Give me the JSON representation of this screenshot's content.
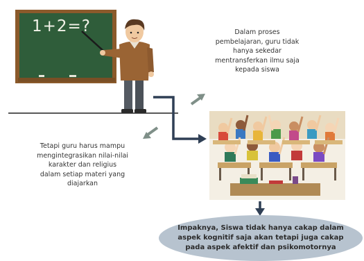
{
  "chalkboard": {
    "equation": "1+2=?"
  },
  "top_right_text": [
    "Dalam proses",
    "pembelajaran, guru tidak",
    "hanya sekedar",
    "mentransferkan ilmu saja",
    "kepada siswa"
  ],
  "left_text": [
    "Tetapi guru harus mampu",
    "mengintegrasikan nilai-nilai",
    "karakter dan religius",
    "dalam setiap materi yang",
    "diajarkan"
  ],
  "impact_text": [
    "Impaknya, Siswa tidak hanya cakap dalam",
    "aspek kognitif saja akan tetapi  juga cakap",
    "pada aspek afektif dan psikomotornya"
  ],
  "colors": {
    "board": "#2f5d3a",
    "board_frame": "#8b5a2b",
    "arrow_gray": "#7f8f88",
    "arrow_blue": "#2f3f55",
    "ellipse": "#b7c3cf"
  }
}
